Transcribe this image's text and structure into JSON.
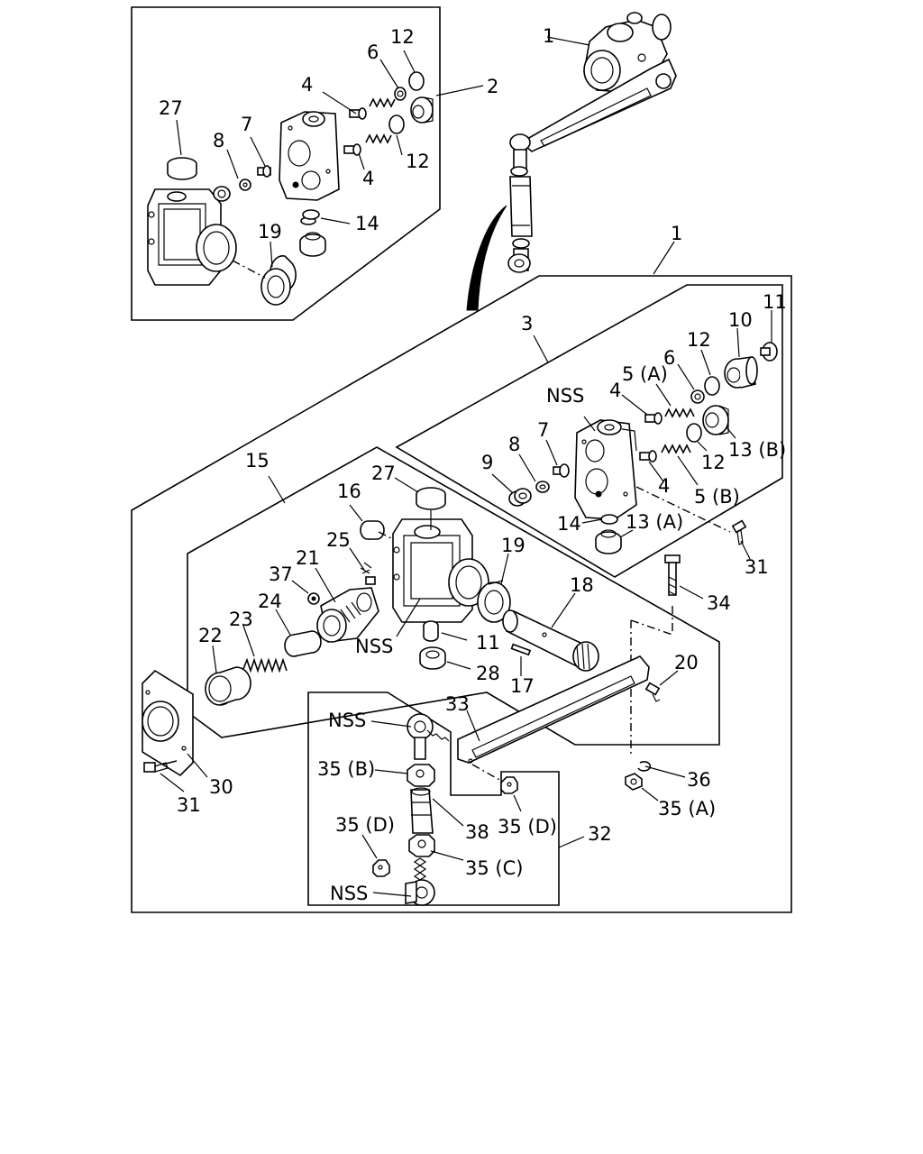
{
  "figure": {
    "background": "#ffffff",
    "ink": "#000000"
  },
  "labels": {
    "l1_top": "1",
    "l2": "2",
    "l4_a": "4",
    "l4_b": "4",
    "l6_inset": "6",
    "l7_inset": "7",
    "l8_inset": "8",
    "l12_a": "12",
    "l12_b": "12",
    "l14_inset": "14",
    "l19_inset": "19",
    "l27_inset": "27",
    "l1_main": "1",
    "l3": "3",
    "l4_c": "4",
    "l4_d": "4",
    "l5a": "5 (A)",
    "l5b": "5 (B)",
    "l6": "6",
    "l7": "7",
    "l8": "8",
    "l9": "9",
    "l10": "10",
    "l11_a": "11",
    "l12_c": "12",
    "l12_d": "12",
    "l13a": "13 (A)",
    "l13b": "13 (B)",
    "l14": "14",
    "nss_valve": "NSS",
    "l31_a": "31",
    "l15": "15",
    "l16": "16",
    "l27": "27",
    "l25": "25",
    "l37": "37",
    "l21": "21",
    "l19": "19",
    "l18": "18",
    "l24": "24",
    "l23": "23",
    "l22": "22",
    "nss_housing": "NSS",
    "l11_b": "11",
    "l28": "28",
    "l17": "17",
    "l34": "34",
    "l20": "20",
    "l30": "30",
    "l31_b": "31",
    "l33": "33",
    "nss_rod_top": "NSS",
    "l35b": "35 (B)",
    "l38": "38",
    "l35d_a": "35 (D)",
    "l35d_b": "35 (D)",
    "l35c": "35 (C)",
    "nss_rod_bottom": "NSS",
    "l32": "32",
    "l36": "36",
    "l35a": "35 (A)"
  }
}
